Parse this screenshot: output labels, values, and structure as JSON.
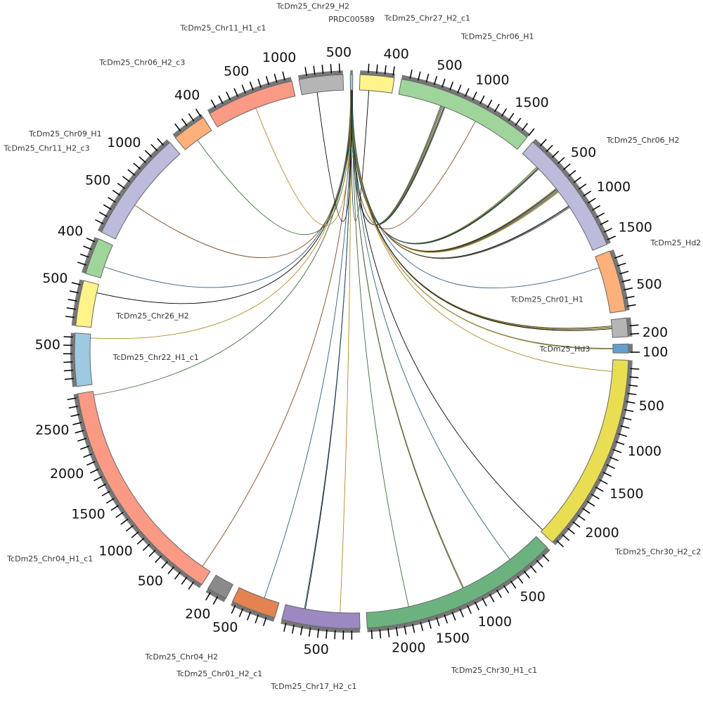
{
  "chart_data": {
    "type": "chord",
    "title": "",
    "tick_interval": 100,
    "segments": [
      {
        "name": "PRDC00589",
        "length": 30,
        "color": "#9ec9e2"
      },
      {
        "name": "TcDm25_Chr27_H2_c1",
        "length": 420,
        "color": "#fff38a"
      },
      {
        "name": "TcDm25_Chr06_H1",
        "length": 1700,
        "color": "#9fd59b"
      },
      {
        "name": "TcDm25_Chr06_H2",
        "length": 1550,
        "color": "#bcbbdc"
      },
      {
        "name": "TcDm25_Chr01_H1",
        "length": 750,
        "color": "#fdb07a"
      },
      {
        "name": "TcDm25_Hd2",
        "length": 230,
        "color": "#b5b5b5"
      },
      {
        "name": "TcDm25_Hd3",
        "length": 110,
        "color": "#659fcf"
      },
      {
        "name": "TcDm25_Chr30_H2_c2",
        "length": 2450,
        "color": "#e9de52"
      },
      {
        "name": "TcDm25_Chr30_H1_c1",
        "length": 2450,
        "color": "#6cb27f"
      },
      {
        "name": "TcDm25_Chr17_H2_c1",
        "length": 960,
        "color": "#9c89c2"
      },
      {
        "name": "TcDm25_Chr01_H2_c1",
        "length": 550,
        "color": "#e48252"
      },
      {
        "name": "TcDm25_Chr04_H2",
        "length": 250,
        "color": "#8a8a8a"
      },
      {
        "name": "TcDm25_Chr04_H1_c1",
        "length": 2850,
        "color": "#fa9a85"
      },
      {
        "name": "TcDm25_Chr22_H1_c1",
        "length": 650,
        "color": "#9ecae1"
      },
      {
        "name": "TcDm25_Chr26_H2",
        "length": 560,
        "color": "#fff38a"
      },
      {
        "name": "TcDm25_Chr11_H2_c3",
        "length": 450,
        "color": "#9fd59b"
      },
      {
        "name": "TcDm25_Chr09_H1",
        "length": 1380,
        "color": "#bcbbdc"
      },
      {
        "name": "TcDm25_Chr06_H2_c3",
        "length": 420,
        "color": "#fdb07a"
      },
      {
        "name": "TcDm25_Chr11_H1_c1",
        "length": 1080,
        "color": "#fa9a85"
      },
      {
        "name": "TcDm25_Chr29_H2",
        "length": 540,
        "color": "#b5b5b5"
      }
    ],
    "links": [
      {
        "source": "PRDC00589",
        "target": "TcDm25_Chr27_H2_c1",
        "pos": 120,
        "count": 1
      },
      {
        "source": "PRDC00589",
        "target": "TcDm25_Chr06_H1",
        "pos": 560,
        "count": 6
      },
      {
        "source": "PRDC00589",
        "target": "TcDm25_Chr06_H1",
        "pos": 1050,
        "count": 1
      },
      {
        "source": "PRDC00589",
        "target": "TcDm25_Chr06_H2",
        "pos": 250,
        "count": 4
      },
      {
        "source": "PRDC00589",
        "target": "TcDm25_Chr06_H2",
        "pos": 620,
        "count": 6
      },
      {
        "source": "PRDC00589",
        "target": "TcDm25_Chr06_H2",
        "pos": 900,
        "count": 3
      },
      {
        "source": "PRDC00589",
        "target": "TcDm25_Chr01_H1",
        "pos": 150,
        "count": 1
      },
      {
        "source": "PRDC00589",
        "target": "TcDm25_Hd2",
        "pos": 80,
        "count": 4
      },
      {
        "source": "PRDC00589",
        "target": "TcDm25_Hd3",
        "pos": 50,
        "count": 2
      },
      {
        "source": "PRDC00589",
        "target": "TcDm25_Chr30_H2_c2",
        "pos": 150,
        "count": 1
      },
      {
        "source": "PRDC00589",
        "target": "TcDm25_Chr30_H2_c2",
        "pos": 2420,
        "count": 1
      },
      {
        "source": "PRDC00589",
        "target": "TcDm25_Chr30_H1_c1",
        "pos": 450,
        "count": 1
      },
      {
        "source": "PRDC00589",
        "target": "TcDm25_Chr30_H1_c1",
        "pos": 1150,
        "count": 2
      },
      {
        "source": "PRDC00589",
        "target": "TcDm25_Chr30_H1_c1",
        "pos": 1900,
        "count": 1
      },
      {
        "source": "PRDC00589",
        "target": "TcDm25_Chr17_H2_c1",
        "pos": 250,
        "count": 1
      },
      {
        "source": "PRDC00589",
        "target": "TcDm25_Chr17_H2_c1",
        "pos": 700,
        "count": 2
      },
      {
        "source": "PRDC00589",
        "target": "TcDm25_Chr01_H2_c1",
        "pos": 200,
        "count": 1
      },
      {
        "source": "PRDC00589",
        "target": "TcDm25_Chr04_H1_c1",
        "pos": 120,
        "count": 1
      },
      {
        "source": "PRDC00589",
        "target": "TcDm25_Chr04_H1_c1",
        "pos": 2800,
        "count": 1
      },
      {
        "source": "PRDC00589",
        "target": "TcDm25_Chr22_H1_c1",
        "pos": 600,
        "count": 1
      },
      {
        "source": "PRDC00589",
        "target": "TcDm25_Chr26_H2",
        "pos": 450,
        "count": 1
      },
      {
        "source": "PRDC00589",
        "target": "TcDm25_Chr11_H2_c3",
        "pos": 150,
        "count": 1
      },
      {
        "source": "PRDC00589",
        "target": "TcDm25_Chr09_H1",
        "pos": 500,
        "count": 1
      },
      {
        "source": "PRDC00589",
        "target": "TcDm25_Chr06_H2_c3",
        "pos": 200,
        "count": 1
      },
      {
        "source": "PRDC00589",
        "target": "TcDm25_Chr11_H1_c1",
        "pos": 550,
        "count": 1
      },
      {
        "source": "PRDC00589",
        "target": "TcDm25_Chr29_H2",
        "pos": 200,
        "count": 1
      }
    ],
    "link_colors": [
      "#000000",
      "#2b5f7a",
      "#7a4a1f",
      "#3f6b3a",
      "#b08a2a"
    ]
  }
}
